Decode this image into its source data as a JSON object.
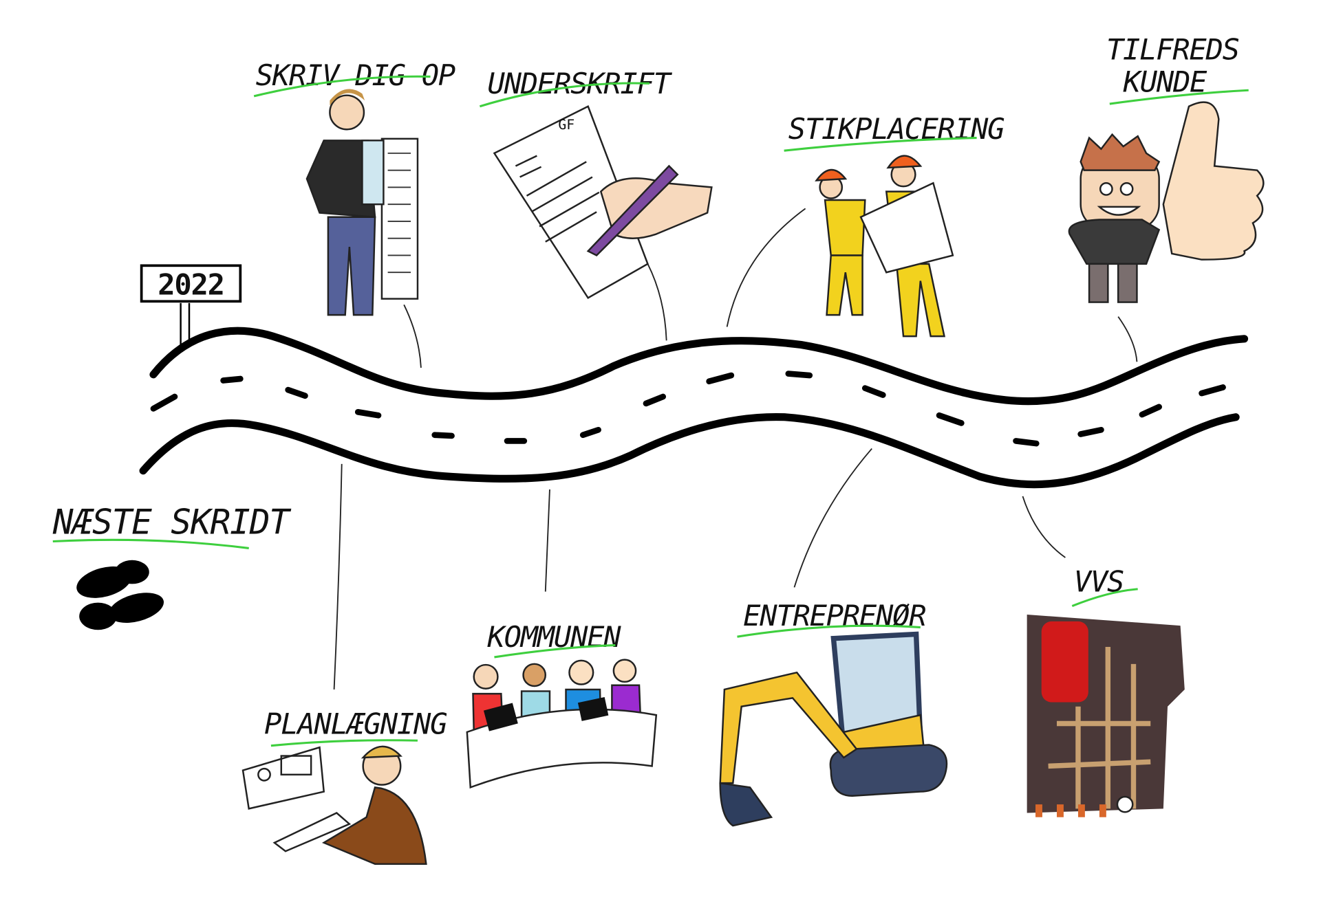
{
  "year_sign": "2022",
  "start_label": "NÆSTE SKRIDT",
  "steps_above": [
    {
      "label": "SKRIV DIG OP"
    },
    {
      "label": "UNDERSKRIFT"
    },
    {
      "label": "STIKPLACERING"
    },
    {
      "label_line1": "TILFREDS",
      "label_line2": "KUNDE"
    }
  ],
  "steps_below": [
    {
      "label": "PLANLÆGNING"
    },
    {
      "label": "KOMMUNEN"
    },
    {
      "label": "ENTREPRENØR"
    },
    {
      "label": "VVS"
    }
  ],
  "document_mark": "GF",
  "colors": {
    "underline": "#3ecf3e",
    "road": "#000000",
    "helmet": "#f0601e",
    "vest": "#f2d21e",
    "excavator": "#f4c430",
    "tank": "#d11a1a"
  }
}
